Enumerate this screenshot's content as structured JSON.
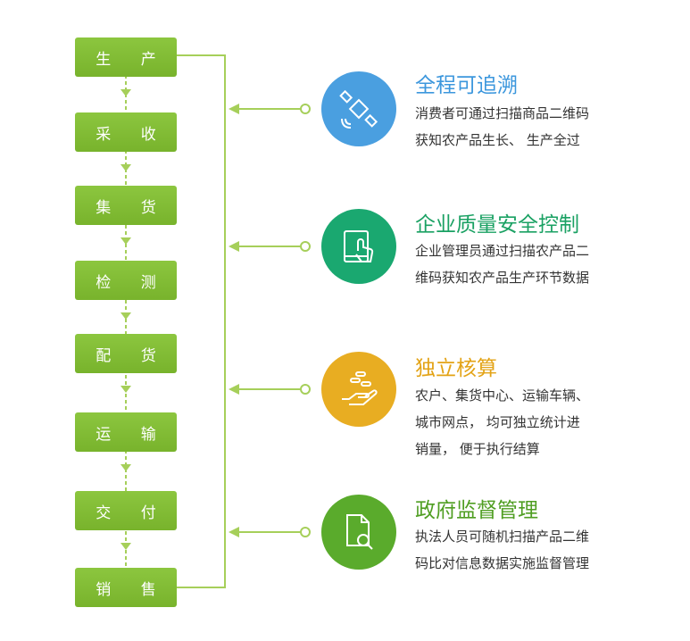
{
  "colors": {
    "step_green": "#7ab730",
    "connector_green": "#a6cf5a",
    "trace_blue": "#4a9fe0",
    "quality_teal": "#1aa870",
    "accounting_gold": "#e8ad22",
    "government_green": "#5aab2c"
  },
  "flow_steps": [
    "生 产",
    "采 收",
    "集 货",
    "检 测",
    "配 货",
    "运 输",
    "交 付",
    "销 售"
  ],
  "features": [
    {
      "title": "全程可追溯",
      "icon": "satellite-icon",
      "lines": [
        "消费者可通过扫描商品二维码",
        "获知农产品生长、 生产全过"
      ]
    },
    {
      "title": "企业质量安全控制",
      "icon": "tablet-touch-icon",
      "lines": [
        "企业管理员通过扫描农产品二",
        "维码获知农产品生产环节数据"
      ]
    },
    {
      "title": "独立核算",
      "icon": "hand-coins-icon",
      "lines": [
        "农户、集货中心、运输车辆、",
        "城市网点，  均可独立统计进",
        "销量，  便于执行结算"
      ]
    },
    {
      "title": "政府监督管理",
      "icon": "document-search-icon",
      "lines": [
        "执法人员可随机扫描产品二维",
        "码比对信息数据实施监督管理"
      ]
    }
  ]
}
